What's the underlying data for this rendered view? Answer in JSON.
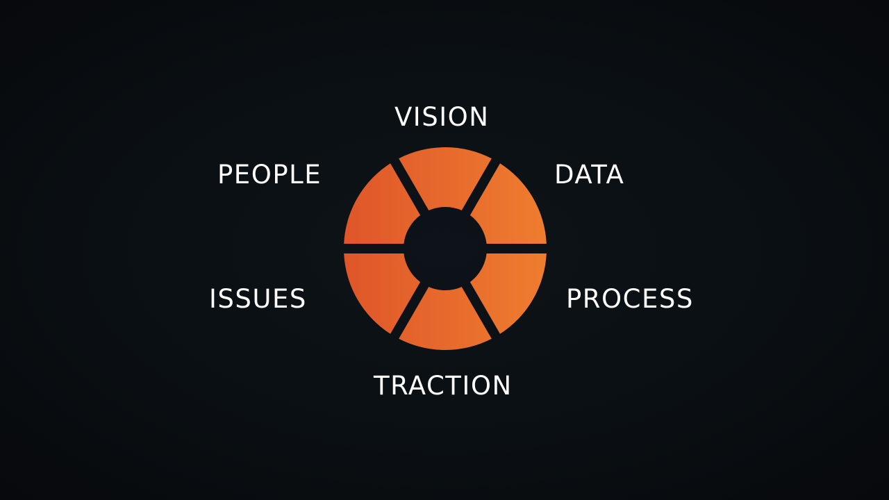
{
  "diagram": {
    "components": [
      {
        "key": "vision",
        "label": "VISION"
      },
      {
        "key": "people",
        "label": "PEOPLE"
      },
      {
        "key": "data",
        "label": "DATA"
      },
      {
        "key": "issues",
        "label": "ISSUES"
      },
      {
        "key": "process",
        "label": "PROCESS"
      },
      {
        "key": "traction",
        "label": "TRACTION"
      }
    ],
    "colors": {
      "background": "#0a0f13",
      "segment_left": "#e0572a",
      "segment_right": "#ec7a2e",
      "text": "#ffffff"
    }
  }
}
